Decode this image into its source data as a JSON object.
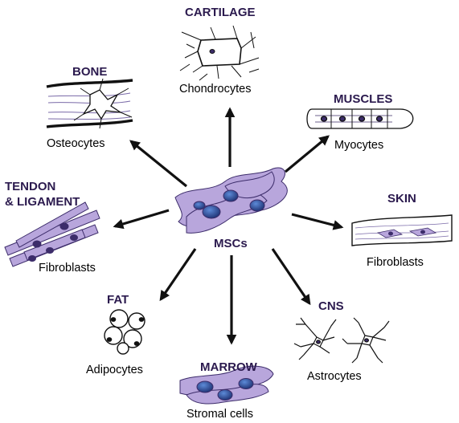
{
  "center": {
    "label": "MSCs"
  },
  "lineages": [
    {
      "tissue": "CARTILAGE",
      "cell": "Chondrocytes"
    },
    {
      "tissue": "BONE",
      "cell": "Osteocytes"
    },
    {
      "tissue": "MUSCLES",
      "cell": "Myocytes"
    },
    {
      "tissue": "TENDON\n& LIGAMENT",
      "cell": "Fibroblasts"
    },
    {
      "tissue": "SKIN",
      "cell": "Fibroblasts"
    },
    {
      "tissue": "FAT",
      "cell": "Adipocytes"
    },
    {
      "tissue": "CNS",
      "cell": "Astrocytes"
    },
    {
      "tissue": "MARROW",
      "cell": "Stromal cells"
    }
  ],
  "colors": {
    "cell_fill": "#b8a6dc",
    "cell_stroke": "#3c2c6a",
    "nucleus": "#3e63b4",
    "nucleus_dark": "#1c2f6e",
    "arrow": "#111111"
  }
}
